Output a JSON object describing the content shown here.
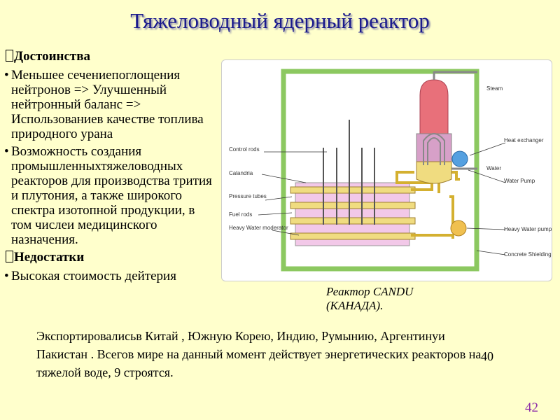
{
  "title": "Тяжеловодный ядерный реактор",
  "advantages_heading": "Достоинства",
  "advantages": [
    "Меньшее сечениепоглощения нейтронов => Улучшенный нейтронный баланс => Использованиев качестве топлива природного урана",
    "Возможность создания промышленныхтяжеловодных реакторов для производства трития и плутония, а также широкого спектра изотопной продукции, в том числеи медицинского назначения."
  ],
  "disadvantages_heading": "Недостатки",
  "disadvantages": [
    "Высокая стоимость дейтерия"
  ],
  "diagram_labels": {
    "steam": "Steam",
    "heat_exchanger": "Heat exchanger",
    "water": "Water",
    "water_pump": "Water Pump",
    "heavy_water_pump": "Heavy Water pump",
    "concrete_shielding": "Concrete Shielding",
    "control_rods": "Control rods",
    "calandria": "Calandria",
    "pressure_tubes": "Pressure tubes",
    "fuel_rods": "Fuel rods",
    "heavy_water_moderator": "Heavy Water moderator"
  },
  "caption_line1": "Реактор CANDU",
  "caption_line2": "(КАНАДА).",
  "paragraph": "Экспортировалисьв Китай , Южную Корею, Индию, Румынию, Аргентинуи Пакистан . Всегов мире на данный момент действует энергетических реакторов на тяжелой воде, 9 строятся.",
  "count_operating": "40",
  "page_number": "42",
  "colors": {
    "title": "#1a1a8c",
    "background": "#ffffcc",
    "shielding": "#8cc860",
    "steam": "#e8707a",
    "water": "#f0dc80",
    "page_number": "#8b2aa8"
  }
}
